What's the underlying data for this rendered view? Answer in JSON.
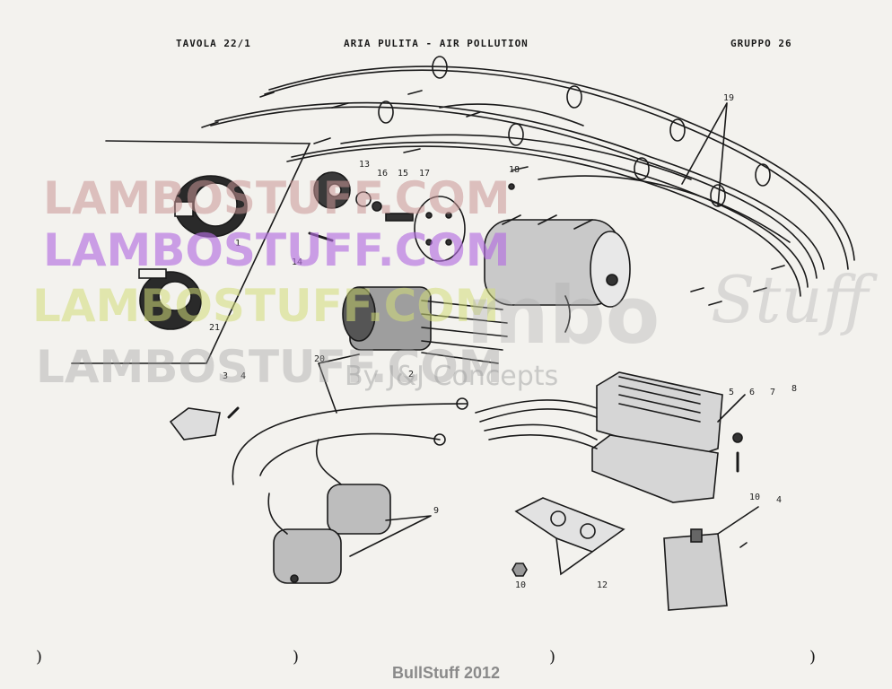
{
  "header": {
    "tavola": "TAVOLA 22/1",
    "title": "ARIA PULITA  -  AIR POLLUTION",
    "gruppo": "GRUPPO 26"
  },
  "watermarks": {
    "w1": "LAMBOSTUFF.COM",
    "w2": "LAMBOSTUFF.COM",
    "w3": "LAMBOSTUFF.COM",
    "w4": "LAMBOSTUFF.COM",
    "brand": "mbo",
    "brand_script": "Stuff",
    "byline": "By J&J Concepts"
  },
  "footer": "BullStuff 2012",
  "parens": [
    ")",
    ")",
    ")",
    ")"
  ],
  "callouts": {
    "c1": "1",
    "c2": "2",
    "c3": "3",
    "c4": "4",
    "c4b": "4",
    "c5": "5",
    "c6": "6",
    "c7": "7",
    "c8": "8",
    "c9": "9",
    "c10": "10",
    "c10b": "10",
    "c12": "12",
    "c13": "13",
    "c14": "14",
    "c15": "15",
    "c16": "16",
    "c17": "17",
    "c18": "18",
    "c19": "19",
    "c20": "20",
    "c21": "21"
  }
}
